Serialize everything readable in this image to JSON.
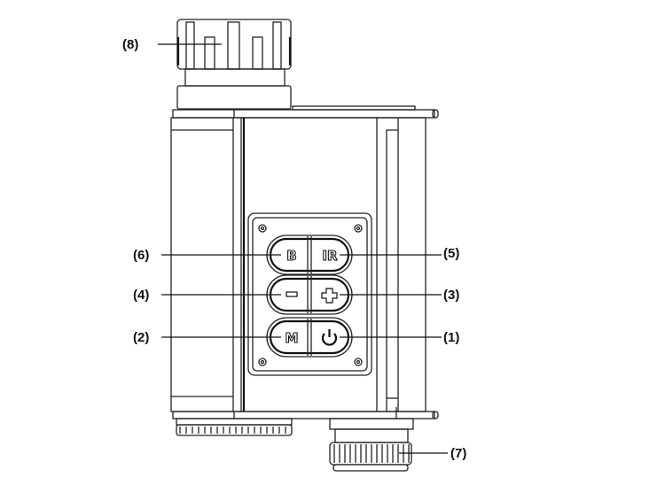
{
  "diagram": {
    "callouts": [
      {
        "id": "8",
        "label": "(8)",
        "part": "top-connector"
      },
      {
        "id": "6",
        "label": "(6)",
        "part": "button-b"
      },
      {
        "id": "5",
        "label": "(5)",
        "part": "button-ir"
      },
      {
        "id": "4",
        "label": "(4)",
        "part": "button-minus"
      },
      {
        "id": "3",
        "label": "(3)",
        "part": "button-plus"
      },
      {
        "id": "2",
        "label": "(2)",
        "part": "button-m"
      },
      {
        "id": "1",
        "label": "(1)",
        "part": "button-power"
      },
      {
        "id": "7",
        "label": "(7)",
        "part": "bottom-outlet"
      }
    ],
    "buttons": {
      "b": "B",
      "ir": "IR",
      "minus": "−",
      "plus": "+",
      "m": "M",
      "power": "power-icon"
    },
    "line_color": "#222222",
    "background": "#ffffff"
  }
}
